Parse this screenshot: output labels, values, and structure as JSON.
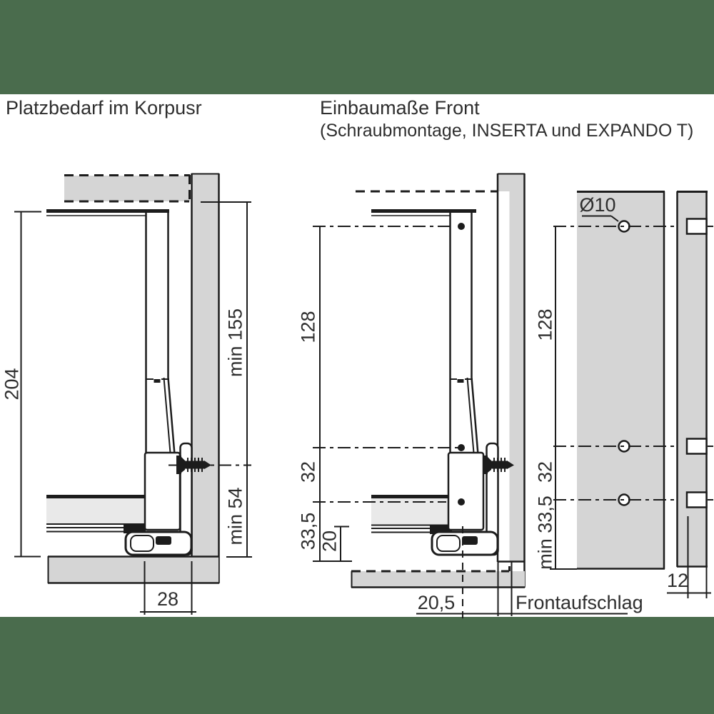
{
  "left": {
    "title": "Platzbedarf im Korpusr",
    "dim_total": "204",
    "dim_min_top": "min 155",
    "dim_min_bottom": "min 54",
    "dim_depth": "28"
  },
  "mid": {
    "title": "Einbaumaße Front",
    "subtitle": "(Schraubmontage, INSERTA und EXPANDO T)",
    "dim_128": "128",
    "dim_32": "32",
    "dim_335": "33,5",
    "dim_20": "20",
    "dim_205": "20,5",
    "front_overlay": "Frontaufschlag"
  },
  "fv": {
    "hole_dia": "Ø10",
    "dim_128": "128",
    "dim_32": "32",
    "dim_min335": "min 33,5",
    "dim_12": "12"
  },
  "colors": {
    "band_green": "#4a6c4d",
    "panel_gray": "#d5d5d5",
    "slab_gray": "#e9e9e9",
    "line": "#1c1c1c",
    "text": "#2e2e2e"
  }
}
